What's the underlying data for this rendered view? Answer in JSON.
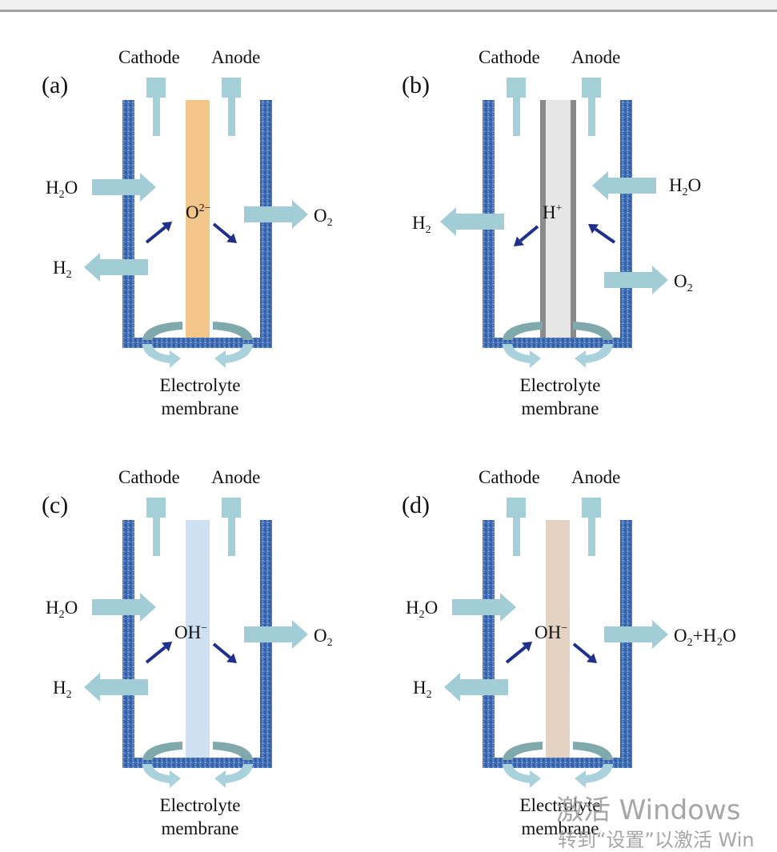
{
  "colors": {
    "wall": "#3f6db5",
    "wall_dark": "#2a4f94",
    "electrode": "#a3d0d8",
    "gas_arrow": "#a3cdd6",
    "ion_arrow": "#1f2f8c",
    "circulation_dark": "#7fa9ad",
    "circulation_light": "#a9d2dc"
  },
  "panels": [
    {
      "letter": "(a)",
      "cathode": "Cathode",
      "anode": "Anode",
      "ion": "O",
      "ion_charge": "2−",
      "membrane_color": "#f2c68a",
      "membrane_style": "solid",
      "inputs": [
        {
          "side": "left",
          "direction": "in",
          "label_main": "H",
          "label_sub": "2",
          "label_tail": "O"
        },
        {
          "side": "left",
          "direction": "out",
          "label_main": "H",
          "label_sub": "2",
          "label_tail": ""
        },
        {
          "side": "right",
          "direction": "out",
          "label_main": "O",
          "label_sub": "2",
          "label_tail": ""
        }
      ],
      "caption_line1": "Electrolyte",
      "caption_line2": "membrane"
    },
    {
      "letter": "(b)",
      "cathode": "Cathode",
      "anode": "Anode",
      "ion": "H",
      "ion_charge": "+",
      "membrane_color": "#e6e6e6",
      "membrane_style": "bordered",
      "inputs": [
        {
          "side": "right",
          "direction": "in",
          "label_main": "H",
          "label_sub": "2",
          "label_tail": "O"
        },
        {
          "side": "left",
          "direction": "out",
          "label_main": "H",
          "label_sub": "2",
          "label_tail": ""
        },
        {
          "side": "right",
          "direction": "out",
          "label_main": "O",
          "label_sub": "2",
          "label_tail": ""
        }
      ],
      "caption_line1": "Electrolyte",
      "caption_line2": "membrane"
    },
    {
      "letter": "(c)",
      "cathode": "Cathode",
      "anode": "Anode",
      "ion": "OH",
      "ion_charge": "−",
      "membrane_color": "#cfe0f2",
      "membrane_style": "solid",
      "inputs": [
        {
          "side": "left",
          "direction": "in",
          "label_main": "H",
          "label_sub": "2",
          "label_tail": "O"
        },
        {
          "side": "left",
          "direction": "out",
          "label_main": "H",
          "label_sub": "2",
          "label_tail": ""
        },
        {
          "side": "right",
          "direction": "out",
          "label_main": "O",
          "label_sub": "2",
          "label_tail": ""
        }
      ],
      "caption_line1": "Electrolyte",
      "caption_line2": "membrane"
    },
    {
      "letter": "(d)",
      "cathode": "Cathode",
      "anode": "Anode",
      "ion": "OH",
      "ion_charge": "−",
      "membrane_color": "#e4d3c2",
      "membrane_style": "solid",
      "inputs": [
        {
          "side": "left",
          "direction": "in",
          "label_main": "H",
          "label_sub": "2",
          "label_tail": "O"
        },
        {
          "side": "left",
          "direction": "out",
          "label_main": "H",
          "label_sub": "2",
          "label_tail": ""
        },
        {
          "side": "right",
          "direction": "out",
          "label_main": "O",
          "label_sub": "2",
          "label_tail": "+H₂O"
        }
      ],
      "caption_line1": "Electrolyte",
      "caption_line2": "membrane"
    }
  ],
  "watermark": {
    "line1": "激活 Windows",
    "line2": "转到“设置”以激活 Win"
  }
}
